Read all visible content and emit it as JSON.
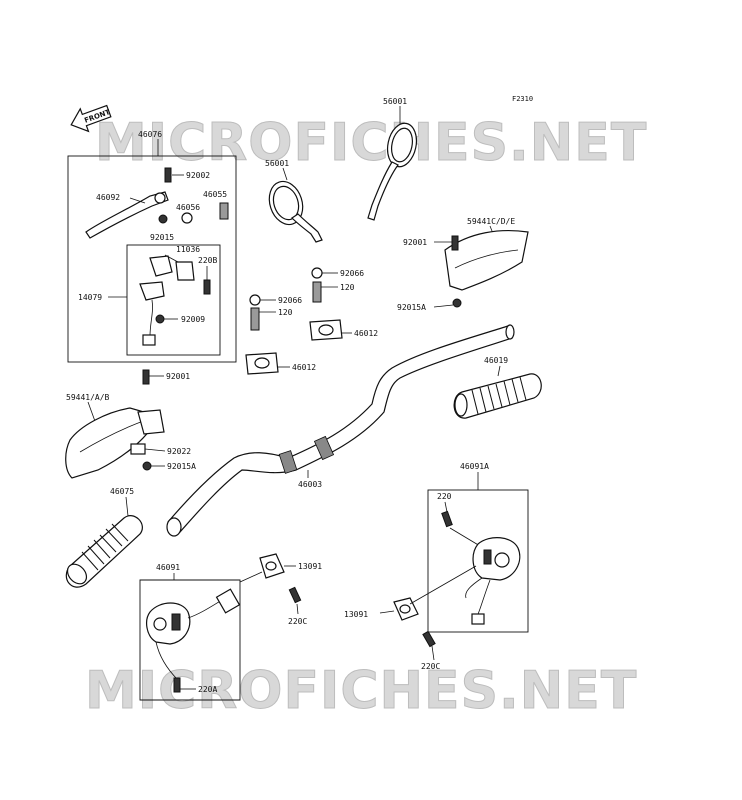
{
  "diagram_code": "F2310",
  "front_label": "FRONT",
  "watermarks": [
    "MICROFICHES.NET",
    "MICROFICHES.NET"
  ],
  "parts": {
    "p46076": "46076",
    "p92002": "92002",
    "p46055": "46055",
    "p46092": "46092",
    "p46056": "46056",
    "p92015": "92015",
    "p11036": "11036",
    "p220B": "220B",
    "p14079": "14079",
    "p92009": "92009",
    "p56001_left": "56001",
    "p56001_right": "56001",
    "p59441CDE": "59441C/D/E",
    "p92001_right": "92001",
    "p92066_a": "92066",
    "p120_a": "120",
    "p92066_b": "92066",
    "p120_b": "120",
    "p92015A_right": "92015A",
    "p46012_a": "46012",
    "p46012_b": "46012",
    "p46019": "46019",
    "p92001_left": "92001",
    "p59441AB": "59441/A/B",
    "p92022": "92022",
    "p92015A_left": "92015A",
    "p46003": "46003",
    "p46091A": "46091A",
    "p220": "220",
    "p46075": "46075",
    "p13091_a": "13091",
    "p46091": "46091",
    "p220C_a": "220C",
    "p13091_b": "13091",
    "p220C_b": "220C",
    "p220A": "220A"
  }
}
